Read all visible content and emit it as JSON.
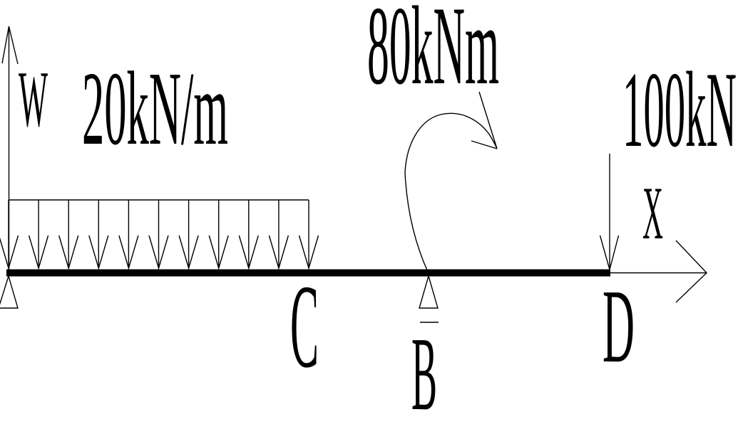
{
  "colors": {
    "ink": "#000000",
    "background": "#ffffff"
  },
  "beam_diagram": {
    "w_axis_label": "W",
    "distributed_load_label": "20kN/m",
    "moment_label": "80kNm",
    "point_load_label": "100kN",
    "x_axis_label": "X",
    "point_c_label": "C",
    "point_b_label": "B",
    "point_d_label": "D"
  },
  "icons": {
    "pin_support": "open-triangle",
    "load_arrowhead": "open-v-arrow",
    "moment_arrow": "curved-arrow-clockwise",
    "axis_arrowhead": "open-v-arrow"
  }
}
